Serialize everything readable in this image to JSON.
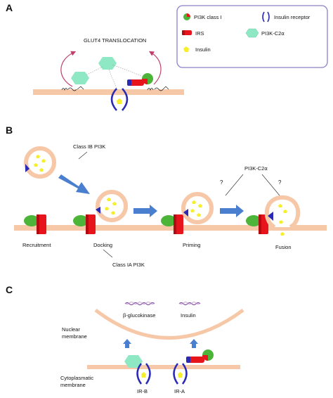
{
  "panels": {
    "a": "A",
    "b": "B",
    "c": "C"
  },
  "legend": {
    "pi3k_class_i": "PI3K class I",
    "insulin_receptor": "Insulin receptor",
    "irs": "IRS",
    "pi3k_c2a": "PI3K-C2α",
    "insulin": "Insulin"
  },
  "panel_a": {
    "title": "GLUT4 TRANSLOCATION"
  },
  "panel_b": {
    "class_ib": "Class IB PI3K",
    "class_ia": "Class IA PI3K",
    "pi3k_c2a": "PI3K-C2α",
    "question_left": "?",
    "question_right": "?",
    "steps": [
      "Recruitment",
      "Docking",
      "Priming",
      "Fusion"
    ]
  },
  "panel_c": {
    "b_glucokinase": "β-glucokinase",
    "insulin": "Insulin",
    "nuclear_membrane": [
      "Nuclear",
      "membrane"
    ],
    "cytoplasmatic_membrane": [
      "Cytoplasmatic",
      "membrane"
    ],
    "ir_b": "IR-B",
    "ir_a": "IR-A"
  },
  "colors": {
    "membrane": "#f7c8a7",
    "irs_red": "#e8141c",
    "pi3k_green": "#4db43a",
    "c2a_teal": "#8fe8c4",
    "insulin_yellow": "#f5ef2d",
    "receptor_blue": "#2a2ab5",
    "arrow_blue": "#4a7fcf",
    "legend_border": "#8b7fc7"
  }
}
